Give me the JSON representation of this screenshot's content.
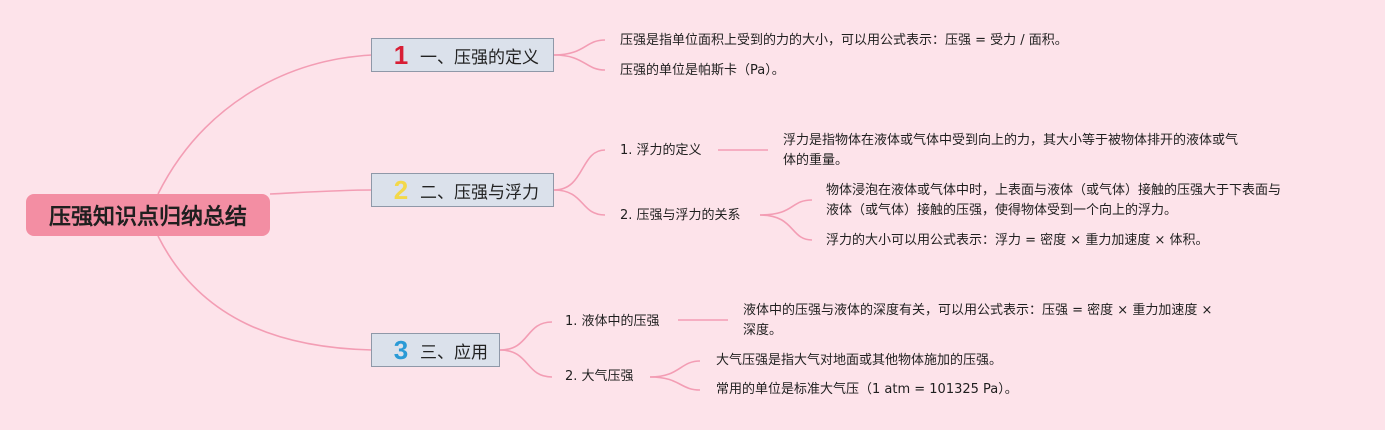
{
  "root": {
    "title": "压强知识点归纳总结"
  },
  "sections": [
    {
      "number": "1",
      "number_color": "#d81e35",
      "title": "一、压强的定义",
      "leaves": [
        "压强是指单位面积上受到的力的大小，可以用公式表示：压强 = 受力 / 面积。",
        "压强的单位是帕斯卡（Pa）。"
      ]
    },
    {
      "number": "2",
      "number_color": "#f3d84a",
      "title": "二、压强与浮力",
      "subtopics": [
        {
          "label": "1. 浮力的定义",
          "details": [
            "浮力是指物体在液体或气体中受到向上的力，其大小等于被物体排开的液体或气",
            "体的重量。"
          ]
        },
        {
          "label": "2. 压强与浮力的关系",
          "details": [
            "物体浸泡在液体或气体中时，上表面与液体（或气体）接触的压强大于下表面与",
            "液体（或气体）接触的压强，使得物体受到一个向上的浮力。",
            "浮力的大小可以用公式表示：浮力 = 密度 × 重力加速度 × 体积。"
          ]
        }
      ]
    },
    {
      "number": "3",
      "number_color": "#2a9ad6",
      "title": "三、应用",
      "subtopics": [
        {
          "label": "1. 液体中的压强",
          "details": [
            "液体中的压强与液体的深度有关，可以用公式表示：压强 = 密度 × 重力加速度 ×",
            "深度。"
          ]
        },
        {
          "label": "2. 大气压强",
          "details": [
            "大气压强是指大气对地面或其他物体施加的压强。",
            "常用的单位是标准大气压（1 atm = 101325 Pa）。"
          ]
        }
      ]
    }
  ],
  "colors": {
    "background": "#fde3ea",
    "connector": "#f39db4",
    "root_fill": "#f38ea3",
    "topic_fill": "#dbe1eb"
  }
}
